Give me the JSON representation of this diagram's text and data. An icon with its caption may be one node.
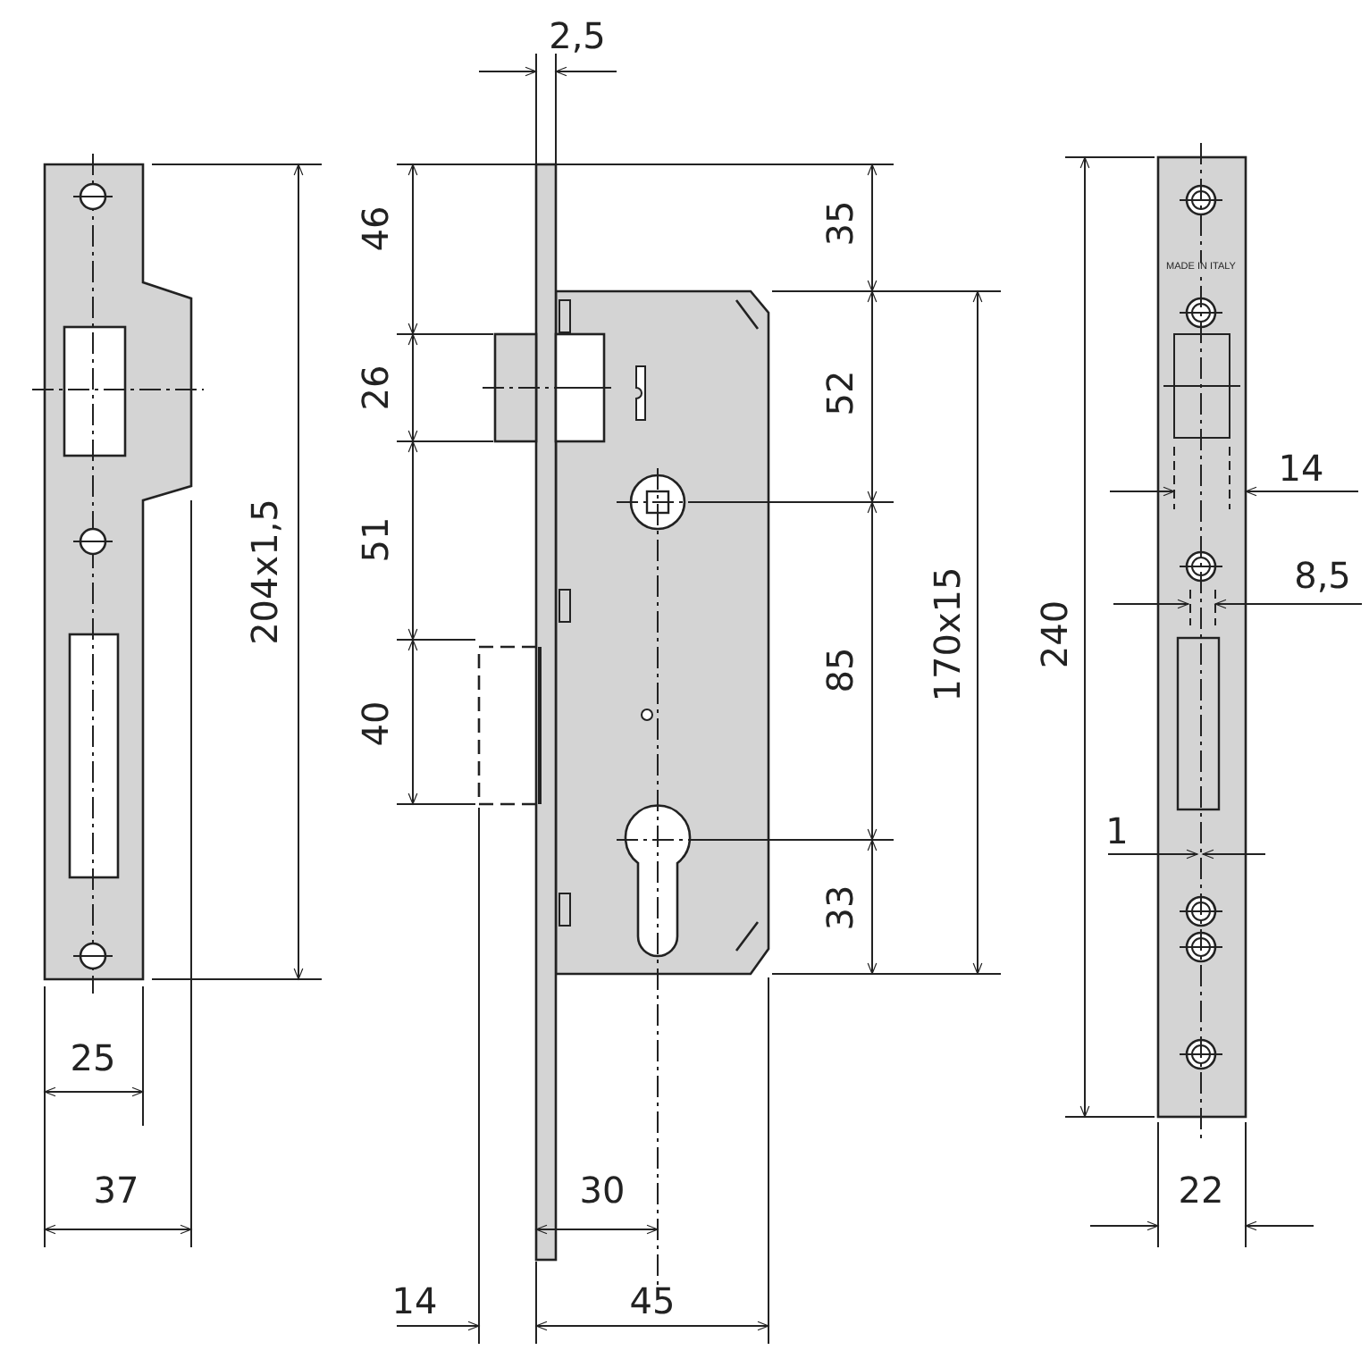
{
  "diagram": {
    "labels": [
      "2,5",
      "46",
      "35",
      "MADE IN ITALY",
      "26",
      "52",
      "14",
      "51",
      "8,5",
      "204x1,5",
      "170x15",
      "240",
      "85",
      "40",
      "1",
      "33",
      "25",
      "37",
      "30",
      "22",
      "14",
      "45"
    ]
  }
}
